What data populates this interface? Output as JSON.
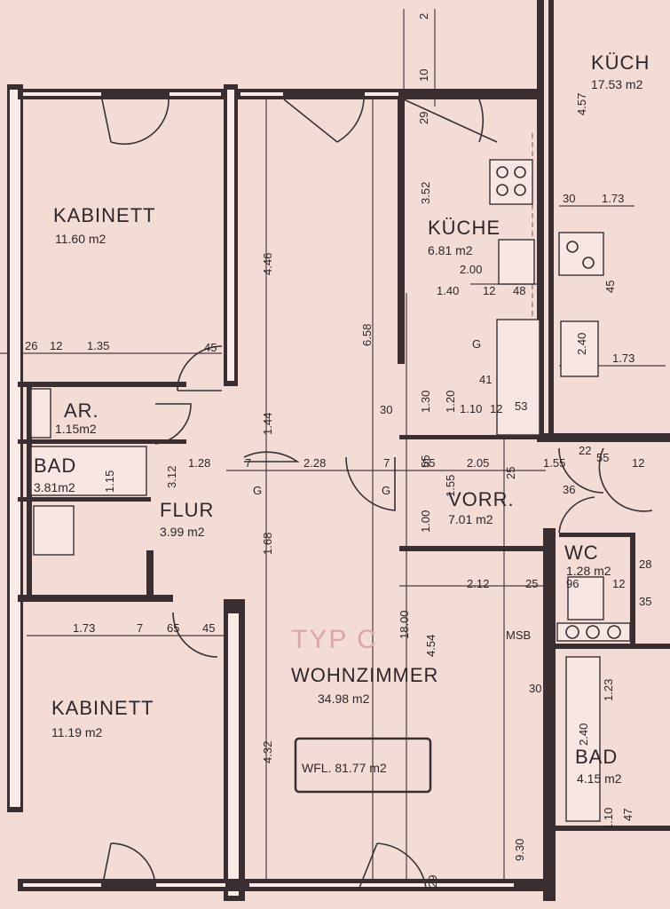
{
  "plan_label": "TYP C",
  "total_area": "WFL. 81.77 m2",
  "rooms": {
    "kabinett_top": {
      "name": "KABINETT",
      "area": "11.60 m2"
    },
    "kabinett_bottom": {
      "name": "KABINETT",
      "area": "11.19 m2"
    },
    "kueche": {
      "name": "KÜCHE",
      "area": "6.81 m2"
    },
    "kueche_neighbor": {
      "name": "KÜCH",
      "area": "17.53 m2"
    },
    "ar": {
      "name": "AR.",
      "area": "1.15m2"
    },
    "bad_small": {
      "name": "BAD",
      "area": "3.81m2"
    },
    "flur": {
      "name": "FLUR",
      "area": "3.99 m2"
    },
    "wohnzimmer": {
      "name": "WOHNZIMMER",
      "area": "34.98 m2"
    },
    "vorr": {
      "name": "VORR.",
      "area": "7.01 m2"
    },
    "wc": {
      "name": "WC",
      "area": "1.28 m2"
    },
    "bad_right": {
      "name": "BAD",
      "area": "4.15 m2"
    }
  },
  "markers": {
    "g1": "G",
    "g2": "G",
    "g3": "G",
    "msb": "MSB"
  },
  "dimensions": {
    "d1_35": "1.35",
    "d26": "26",
    "d12a": "12",
    "d45a": "45",
    "d1_28": "1.28",
    "d7a": "7",
    "d2_28": "2.28",
    "d7b": "7",
    "d2_05": "2.05",
    "d1_55": "1.55",
    "d55a": "55",
    "d12b": "12",
    "d1_73a": "1.73",
    "d7c": "7",
    "d65": "65",
    "d45b": "45",
    "d2_12": "2.12",
    "d25": "25",
    "d2_00": "2.00",
    "d1_40": "1.40",
    "d12c": "12",
    "d48": "48",
    "d30a": "30",
    "d1_73b": "1.73",
    "d1_73c": "1.73",
    "d36": "36",
    "d1_10": "1.10",
    "d12d": "12",
    "d53": "53",
    "d41": "41",
    "d30b": "30",
    "d30c": "30",
    "d22": "22",
    "d55b": "55",
    "d12e": "12",
    "d96": "96",
    "d28": "28",
    "d35": "35"
  },
  "vertical_dims": {
    "v4_46": "4.46",
    "v6_58": "6.58",
    "v1_44": "1.44",
    "v1_68": "1.68",
    "v4_32": "4.32",
    "v18_00": "18.00",
    "v4_54": "4.54",
    "v9_30": "9.30",
    "v3_52": "3.52",
    "v4_57": "4.57",
    "v1_30": "1.30",
    "v1_00": "1.00",
    "v55": "55",
    "v1_55": "1.55",
    "v1_20": "1.20",
    "v3_12": "3.12",
    "v1_15": "1.15",
    "v10": "10",
    "v29a": "29",
    "v29b": "29",
    "v2_40a": "2.40",
    "v2_40b": "2.40",
    "v1_23": "1.23",
    "v45": "45",
    "v1_10": "1.10",
    "v47": "47",
    "v25": "25",
    "v2": "2"
  }
}
